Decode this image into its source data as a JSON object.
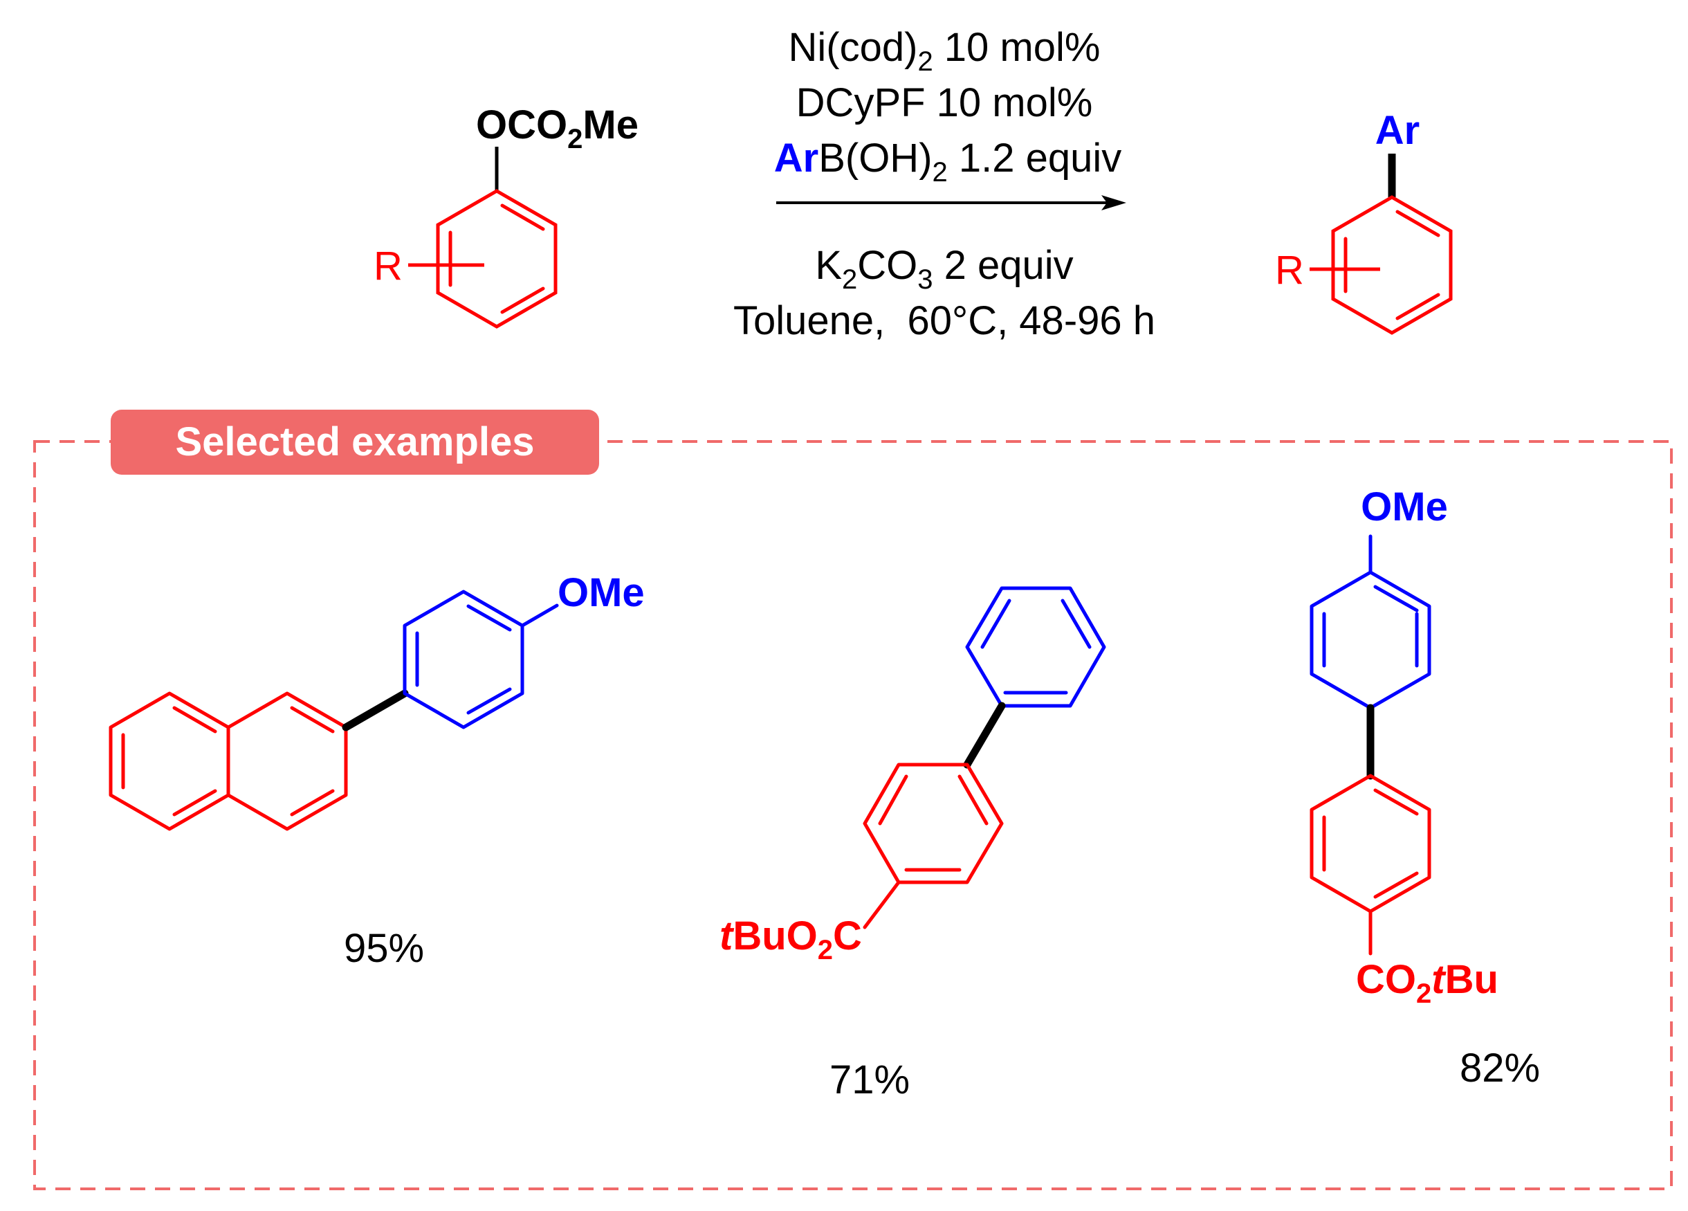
{
  "colors": {
    "substrate": "#ff0000",
    "aryl": "#0000ff",
    "bond": "#000000",
    "frame": "#f06a6a",
    "banner_bg": "#f06a6a",
    "banner_text": "#ffffff"
  },
  "reaction": {
    "substrate_group": {
      "pre": "OCO",
      "sub": "2",
      "post": "Me"
    },
    "r_label": "R",
    "product_group": "Ar",
    "conditions": {
      "catalyst": {
        "pre": "Ni(cod)",
        "sub": "2",
        "post": " 10 mol%"
      },
      "ligand": "DCyPF 10 mol%",
      "boronic": {
        "ar": "Ar",
        "pre": "B(OH)",
        "sub": "2",
        "post": " 1.2 equiv"
      },
      "base": {
        "a": "K",
        "sub1": "2",
        "b": "CO",
        "sub2": "3",
        "c": " 2 equiv"
      },
      "solvent": "Toluene,  60°C, 48-96 h"
    }
  },
  "examples_title": "Selected examples",
  "examples": [
    {
      "group": "OMe",
      "yield": "95%"
    },
    {
      "ester": {
        "t": "t",
        "pre": "BuO",
        "sub": "2",
        "post": "C"
      },
      "yield": "71%"
    },
    {
      "group": "OMe",
      "ester": {
        "pre": "CO",
        "sub": "2",
        "t": "t",
        "post": "Bu"
      },
      "yield": "82%"
    }
  ]
}
